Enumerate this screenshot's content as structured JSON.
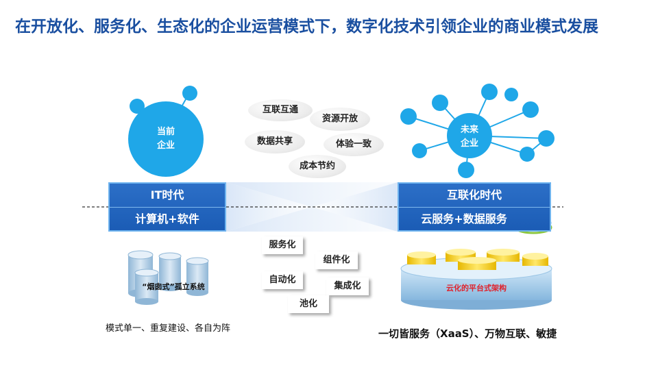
{
  "title": "在开放化、服务化、生态化的企业运营模式下，数字化技术引领企业的商业模式发展",
  "left": {
    "node_label_top": "当前",
    "node_label_bottom": "企业",
    "era_label": "IT时代",
    "era_sub": "计算机+软件",
    "silo_label": "“烟囱式”孤立系统",
    "caption": "模式单一、重复建设、各自为阵"
  },
  "right": {
    "node_label_top": "未来",
    "node_label_bottom": "企业",
    "era_label": "互联化时代",
    "era_sub": "云服务+数据服务",
    "platform_label": "云化的平台式架构",
    "caption": "一切皆服务（XaaS）、万物互联、敏捷"
  },
  "bubbles": [
    "互联互通",
    "资源开放",
    "数据共享",
    "体验一致",
    "成本节约"
  ],
  "cards": [
    "服务化",
    "组件化",
    "自动化",
    "集成化",
    "池化"
  ],
  "colors": {
    "title": "#1a4fa0",
    "node": "#1fa7e8",
    "box": "#1b5cb5",
    "platform_text": "#e0202a"
  }
}
